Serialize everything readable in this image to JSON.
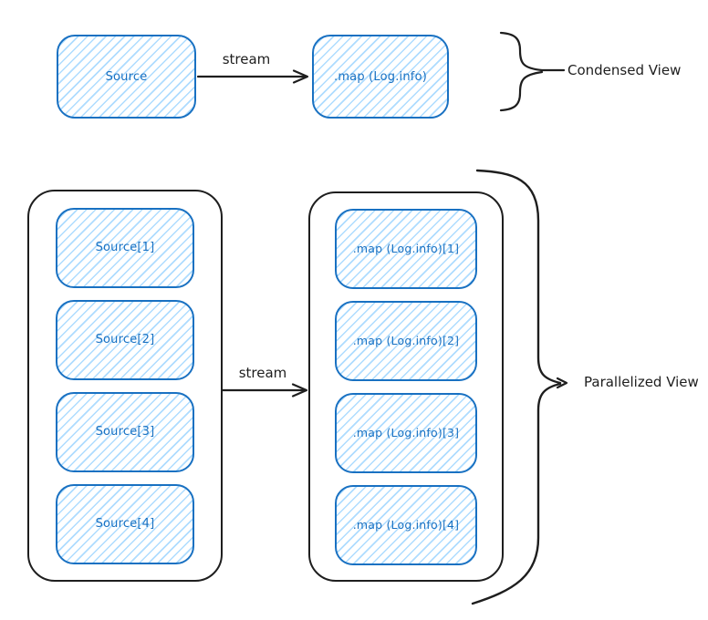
{
  "condensed": {
    "source": "Source",
    "map": ".map (Log.info)",
    "stream": "stream",
    "label": "Condensed View"
  },
  "parallelized": {
    "sources": [
      "Source[1]",
      "Source[2]",
      "Source[3]",
      "Source[4]"
    ],
    "maps": [
      ".map (Log.info)[1]",
      ".map (Log.info)[2]",
      ".map (Log.info)[3]",
      ".map (Log.info)[4]"
    ],
    "stream": "stream",
    "label": "Parallelized View"
  },
  "colors": {
    "node_stroke": "#1971c2",
    "node_fill": "#a5d8ff",
    "ink": "#1e1e1e"
  }
}
